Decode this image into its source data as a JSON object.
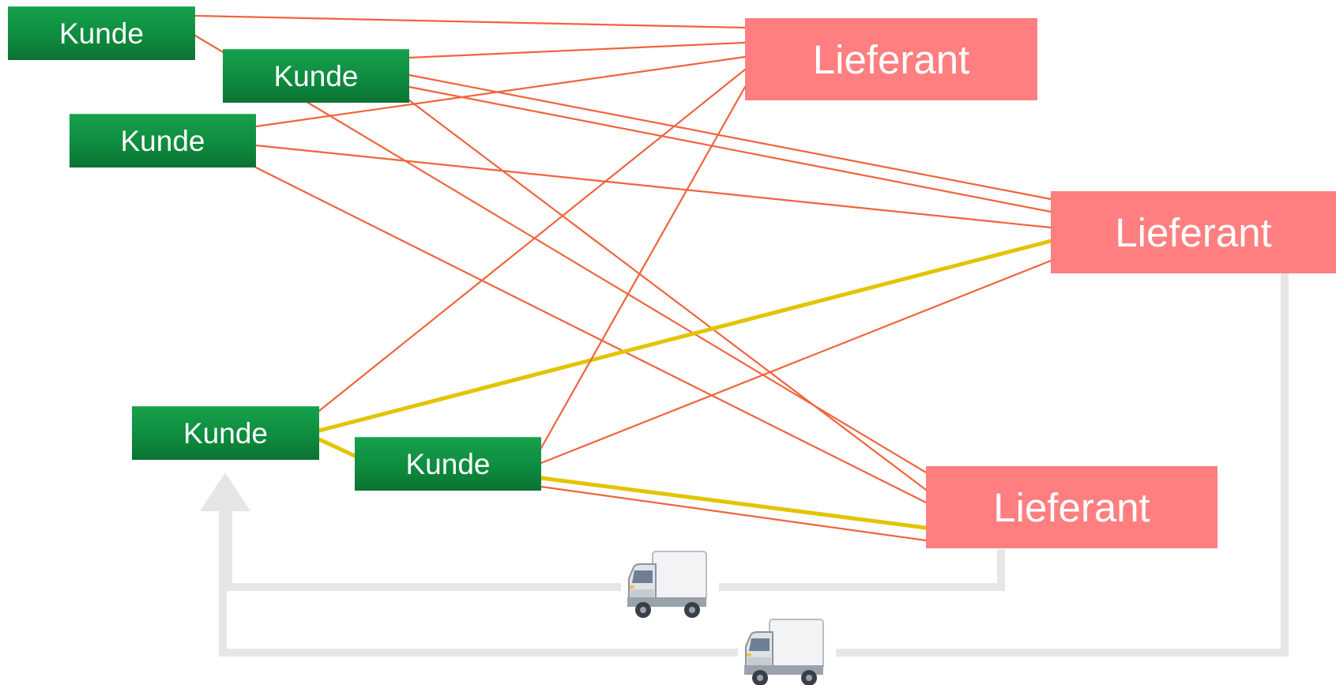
{
  "diagram": {
    "kunden": [
      {
        "id": "k1",
        "label": "Kunde"
      },
      {
        "id": "k2",
        "label": "Kunde"
      },
      {
        "id": "k3",
        "label": "Kunde"
      },
      {
        "id": "k4",
        "label": "Kunde"
      },
      {
        "id": "k5",
        "label": "Kunde"
      }
    ],
    "lieferanten": [
      {
        "id": "l1",
        "label": "Lieferant"
      },
      {
        "id": "l2",
        "label": "Lieferant"
      },
      {
        "id": "l3",
        "label": "Lieferant"
      }
    ],
    "connections": [
      {
        "from": "k1",
        "to": "l1",
        "kind": "regular"
      },
      {
        "from": "k1",
        "to": "l3",
        "kind": "regular"
      },
      {
        "from": "k2",
        "to": "l1",
        "kind": "regular"
      },
      {
        "from": "k2",
        "to": "l2",
        "kind": "regular"
      },
      {
        "from": "k2",
        "to": "l3",
        "kind": "regular"
      },
      {
        "from": "k3",
        "to": "l1",
        "kind": "regular"
      },
      {
        "from": "k3",
        "to": "l2",
        "kind": "regular"
      },
      {
        "from": "k3",
        "to": "l3",
        "kind": "regular"
      },
      {
        "from": "k4",
        "to": "l1",
        "kind": "regular"
      },
      {
        "from": "k4",
        "to": "l2",
        "kind": "highlighted"
      },
      {
        "from": "k4",
        "to": "k5",
        "kind": "highlighted"
      },
      {
        "from": "k5",
        "to": "l1",
        "kind": "regular"
      },
      {
        "from": "k5",
        "to": "l2",
        "kind": "regular"
      },
      {
        "from": "k5",
        "to": "l3",
        "kind": "highlighted"
      },
      {
        "from": "k5",
        "to": "l3",
        "kind": "regular"
      }
    ],
    "deliveries": [
      {
        "from": "l3",
        "to": "k4",
        "icon": "delivery-truck-icon"
      },
      {
        "from": "l2",
        "to": "k4",
        "icon": "delivery-truck-icon"
      }
    ],
    "colors": {
      "kunde": "#0e8c3f",
      "lieferant": "#ff7f80",
      "connection": "#f0643c",
      "highlight": "#e2c400",
      "delivery_path": "#e6e6e6",
      "text": "#ffffff"
    }
  }
}
